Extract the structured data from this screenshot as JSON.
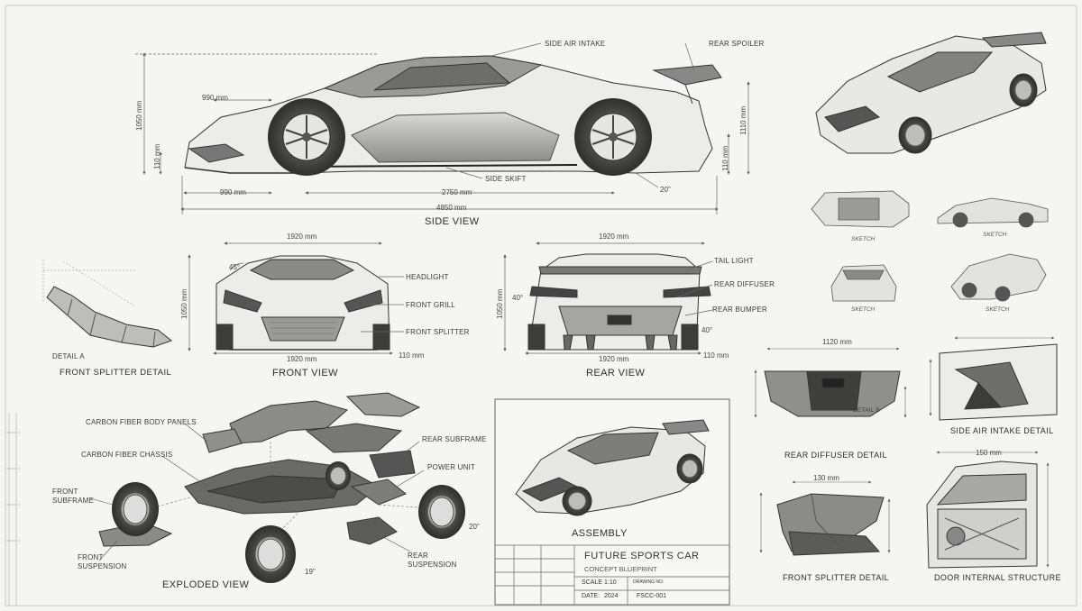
{
  "side_view": {
    "title": "SIDE VIEW",
    "labels": {
      "side_air_intake": "SIDE AIR INTAKE",
      "rear_spoiler": "REAR SPOILER",
      "side_skirt": "SIDE SKIFT"
    },
    "dims": {
      "overall_length": "4850 mm",
      "wheelbase": "2750 mm",
      "front_overhang": "990 mm",
      "front_overhang_top": "990 mm",
      "height": "1050 mm",
      "front_clearance": "110 mm",
      "rear_clearance": "110 mm",
      "rear_height": "1110 mm",
      "wheel_size": "20\""
    }
  },
  "front_view": {
    "title": "FRONT VIEW",
    "labels": {
      "headlight": "HEADLIGHT",
      "front_grill": "FRONT GRILL",
      "front_splitter": "FRONT SPLITTER"
    },
    "dims": {
      "width_top": "1920 mm",
      "width_bottom": "1920 mm",
      "height": "1050 mm",
      "angle": "45°",
      "clearance": "110 mm"
    }
  },
  "rear_view": {
    "title": "REAR VIEW",
    "labels": {
      "tail_light": "TAIL LIGHT",
      "rear_diffuser": "REAR DIFFUSER",
      "rear_bumper": "REAR BUMPER"
    },
    "dims": {
      "width_top": "1920 mm",
      "width_bottom": "1920 mm",
      "height": "1050 mm",
      "angle_left": "40°",
      "angle_right": "40°",
      "clearance": "110 mm"
    }
  },
  "front_splitter_detail_left": {
    "title": "FRONT SPLITTER DETAIL",
    "detail": "DETAIL A"
  },
  "exploded_view": {
    "title": "EXPLODED VIEW",
    "labels": {
      "body_panels": "CARBON FIBER BODY PANELS",
      "chassis": "CARBON FIBER CHASSIS",
      "front_subframe": "FRONT SUBFRAME",
      "front_suspension": "FRONT SUSPENSION",
      "rear_subframe": "REAR SUBFRAME",
      "power_unit": "POWER UNIT",
      "rear_suspension": "REAR SUSPENSION",
      "rear_wheel": "20\"",
      "front_wheel": "19\""
    }
  },
  "assembly": {
    "title": "ASSEMBLY"
  },
  "title_block": {
    "name": "FUTURE SPORTS CAR",
    "subtitle": "CONCEPT BLUEPRINT",
    "scale_label": "SCALE",
    "scale": "1:10",
    "date_label": "DATE:",
    "date": "2024",
    "drawing_label": "DRAWING NO.",
    "drawing_no": "FSCC-001"
  },
  "sketches": [
    "SKETCH",
    "SKETCH",
    "SKETCH",
    "SKETCH"
  ],
  "rear_diffuser_detail": {
    "title": "REAR DIFFUSER DETAIL",
    "detail": "DETAIL B",
    "width": "1120 mm"
  },
  "side_air_intake_detail": {
    "title": "SIDE AIR INTAKE DETAIL"
  },
  "front_splitter_detail_right": {
    "title": "FRONT SPLITTER DETAIL",
    "width": "130 mm"
  },
  "door_internal_structure": {
    "title": "DOOR INTERNAL STRUCTURE",
    "width": "150 mm"
  }
}
